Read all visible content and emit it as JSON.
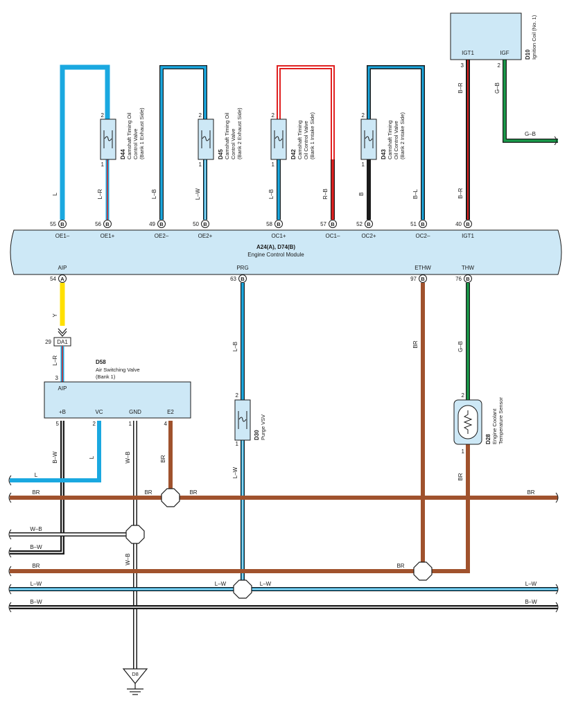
{
  "ecm": {
    "title": "A24(A), D74(B)",
    "subtitle": "Engine Control Module",
    "top_terminals": [
      {
        "pin": "55",
        "conn": "B",
        "name": "OE1–"
      },
      {
        "pin": "56",
        "conn": "B",
        "name": "OE1+"
      },
      {
        "pin": "49",
        "conn": "B",
        "name": "OE2–"
      },
      {
        "pin": "50",
        "conn": "B",
        "name": "OE2+"
      },
      {
        "pin": "58",
        "conn": "B",
        "name": "OC1+"
      },
      {
        "pin": "57",
        "conn": "B",
        "name": "OC1–"
      },
      {
        "pin": "52",
        "conn": "B",
        "name": "OC2+"
      },
      {
        "pin": "51",
        "conn": "B",
        "name": "OC2–"
      },
      {
        "pin": "40",
        "conn": "B",
        "name": "IGT1"
      }
    ],
    "bottom_terminals": [
      {
        "pin": "54",
        "conn": "A",
        "name": "AIP"
      },
      {
        "pin": "63",
        "conn": "B",
        "name": "PRG"
      },
      {
        "pin": "97",
        "conn": "B",
        "name": "ETHW"
      },
      {
        "pin": "76",
        "conn": "B",
        "name": "THW"
      }
    ]
  },
  "ignition_coil": {
    "code": "D10",
    "name": "Ignition Coil (No. 1)",
    "terminals": [
      "IGT1",
      "IGF"
    ],
    "pins": [
      "3",
      "2"
    ],
    "wires": [
      "B–R",
      "G–B"
    ],
    "out_label": "G–B"
  },
  "ocvs": [
    {
      "code": "D44",
      "line1": "Camshaft Timing Oil",
      "line2": "Control Valve",
      "line3": "(Bank 1 Exhaust Side)",
      "pin_top": "2",
      "pin_bot": "1",
      "wire_left": "L",
      "wire_right": "L–R"
    },
    {
      "code": "D45",
      "line1": "Camshaft Timing Oil",
      "line2": "Control Valve",
      "line3": "(Bank 2 Exhaust Side)",
      "pin_top": "2",
      "pin_bot": "1",
      "wire_left": "L–B",
      "wire_right": "L–W"
    },
    {
      "code": "D42",
      "line1": "Camshaft Timing",
      "line2": "Oil Control Valve",
      "line3": "(Bank 1 Intake Side)",
      "pin_top": "2",
      "pin_bot": "1",
      "wire_left": "L–B",
      "wire_right": "R–B"
    },
    {
      "code": "D43",
      "line1": "Camshaft Timing",
      "line2": "Oil Control Valve",
      "line3": "(Bank 2 Intake Side)",
      "pin_top": "2",
      "pin_bot": "1",
      "wire_left": "B",
      "wire_right": "B–L"
    }
  ],
  "air_switching_valve": {
    "code": "D58",
    "line1": "Air Switching Valve",
    "line2": "(Bank 1)",
    "top_terminal": "AIP",
    "top_pin": "3",
    "terminals": [
      "+B",
      "VC",
      "GND",
      "E2"
    ],
    "pins": [
      "5",
      "2",
      "1",
      "4"
    ],
    "junction_label": "DA1",
    "junction_pin": "29",
    "wire_y": "Y",
    "wire_lr": "L–R",
    "wire_bw": "B–W",
    "wire_l": "L",
    "wire_wb": "W–B",
    "wire_br": "BR"
  },
  "purge_vsv": {
    "code": "D30",
    "name": "Purge VSV",
    "pin_top": "2",
    "pin_bot": "1",
    "wire_top": "L–B",
    "wire_bot": "L–W"
  },
  "coolant_sensor": {
    "code": "D28",
    "line1": "Engine Coolant",
    "line2": "Temperature Sensor",
    "pin_top": "2",
    "pin_bot": "1",
    "wire_top": "G–B",
    "wire_bot": "BR",
    "wire_ethw": "BR"
  },
  "bus_labels": {
    "l": "L",
    "br": "BR",
    "wb": "W–B",
    "bw": "B–W",
    "lw": "L–W",
    "wb_vert": "W–B"
  },
  "ground": {
    "code": "D8"
  },
  "colors": {
    "light_blue": "#1aa8e0",
    "red": "#e02020",
    "black": "#1a1a1a",
    "brown": "#a0522d",
    "green": "#1a9a4a",
    "yellow": "#ffe000",
    "box_fill": "#cde8f6"
  }
}
